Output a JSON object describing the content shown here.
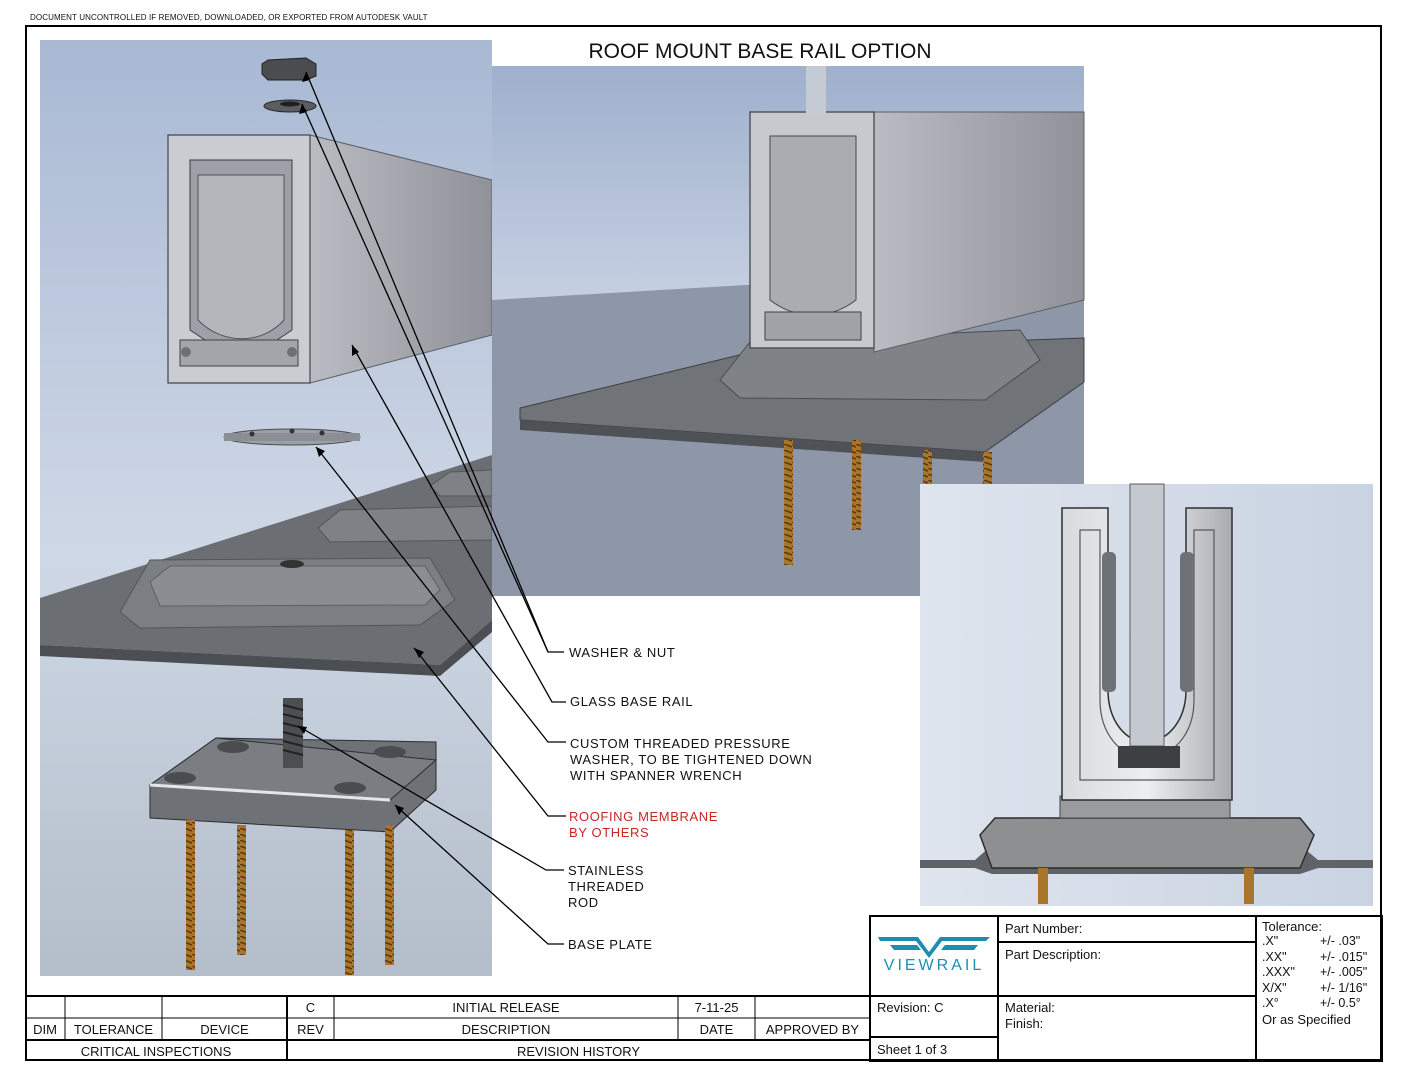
{
  "banner": "DOCUMENT UNCONTROLLED IF REMOVED, DOWNLOADED, OR EXPORTED FROM AUTODESK VAULT",
  "title": "ROOF MOUNT BASE RAIL OPTION",
  "callouts": {
    "washer_nut": "WASHER & NUT",
    "glass_base_rail": "GLASS BASE RAIL",
    "pressure_washer": [
      "CUSTOM THREADED PRESSURE",
      "WASHER, TO BE TIGHTENED DOWN",
      "WITH SPANNER WRENCH"
    ],
    "roofing_membrane": [
      "ROOFING MEMBRANE",
      "BY OTHERS"
    ],
    "threaded_rod": [
      "STAINLESS",
      "THREADED",
      "ROD"
    ],
    "base_plate": "BASE PLATE"
  },
  "title_block": {
    "logo_text": "VIEWRAIL",
    "part_number_label": "Part Number:",
    "part_description_label": "Part Description:",
    "revision": "Revision: C",
    "sheet": "Sheet 1 of 3",
    "material_label": "Material:",
    "finish_label": "Finish:",
    "tolerance": {
      "label": "Tolerance:",
      "rows": [
        [
          ".X\"",
          "+/- .03\""
        ],
        [
          ".XX\"",
          "+/- .015\""
        ],
        [
          ".XXX\"",
          "+/- .005\""
        ],
        [
          "X/X\"",
          "+/- 1/16\""
        ],
        [
          ".X°",
          "+/- 0.5°"
        ]
      ],
      "footer": "Or as Specified"
    }
  },
  "revision_table": {
    "row": {
      "rev": "C",
      "description": "INITIAL RELEASE",
      "date": "7-11-25",
      "approved_by": ""
    },
    "headers": {
      "rev": "REV",
      "description": "DESCRIPTION",
      "date": "DATE",
      "approved_by": "APPROVED BY"
    },
    "footer": "REVISION HISTORY"
  },
  "inspection_table": {
    "headers": {
      "dim": "DIM",
      "tolerance": "TOLERANCE",
      "device": "DEVICE"
    },
    "footer": "CRITICAL INSPECTIONS"
  }
}
